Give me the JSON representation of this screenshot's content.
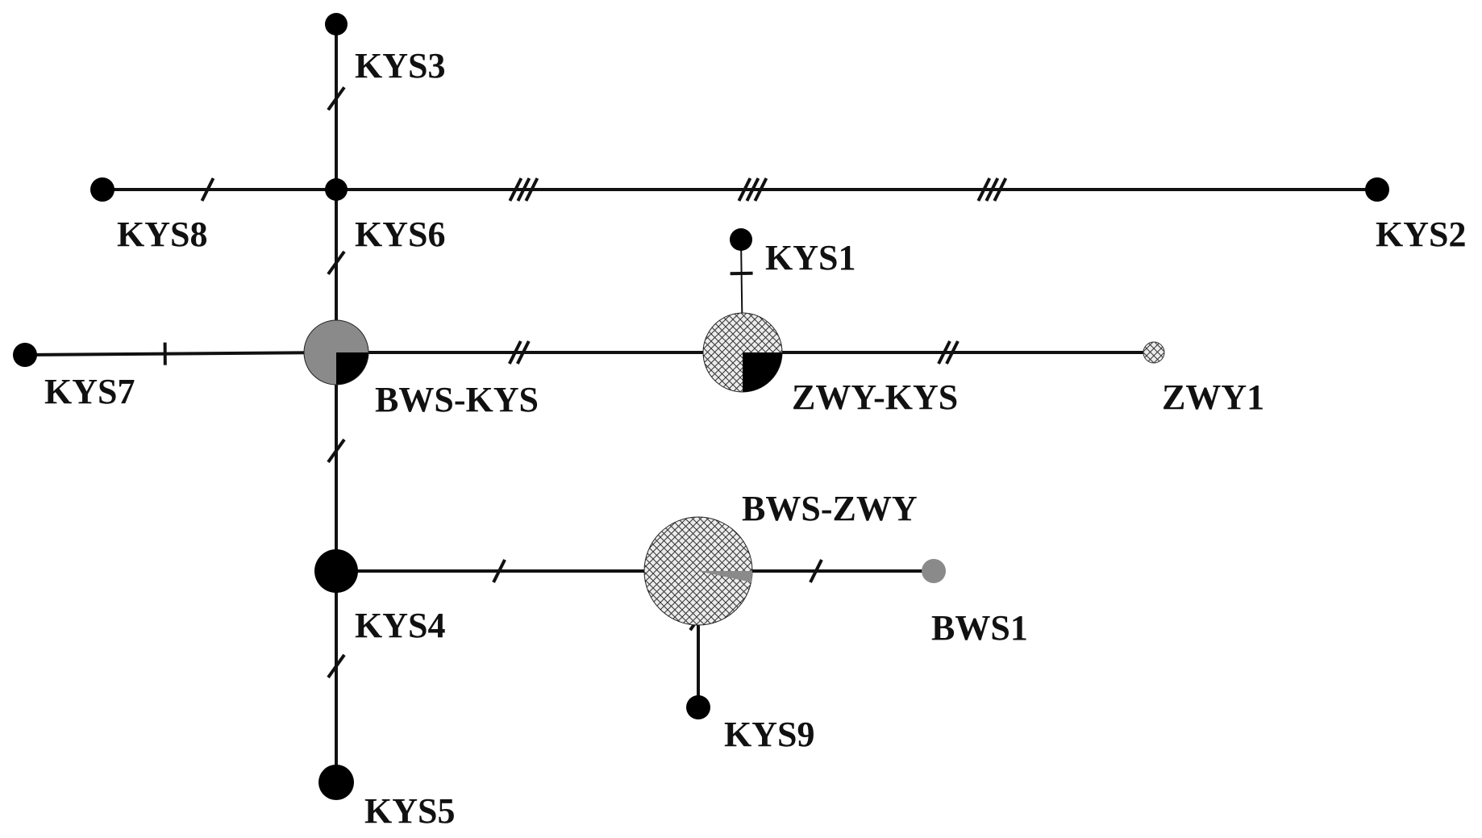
{
  "colors": {
    "edge": "#111111",
    "kys": "#000000",
    "bws": "#8a8a8a",
    "zwy_hatch": "#e8e8e8"
  },
  "nodes": {
    "kys3": {
      "label": "KYS3"
    },
    "kys8": {
      "label": "KYS8"
    },
    "kys6": {
      "label": "KYS6"
    },
    "kys2": {
      "label": "KYS2"
    },
    "kys1": {
      "label": "KYS1"
    },
    "kys7": {
      "label": "KYS7"
    },
    "bws_kys": {
      "label": "BWS-KYS"
    },
    "zwy_kys": {
      "label": "ZWY-KYS"
    },
    "zwy1": {
      "label": "ZWY1"
    },
    "bws_zwy": {
      "label": "BWS-ZWY"
    },
    "kys4": {
      "label": "KYS4"
    },
    "bws1": {
      "label": "BWS1"
    },
    "kys9": {
      "label": "KYS9"
    },
    "kys5": {
      "label": "KYS5"
    }
  },
  "edges": [
    {
      "from": "kys3",
      "to": "kys6",
      "mutations": 1
    },
    {
      "from": "kys8",
      "to": "kys6",
      "mutations": 1
    },
    {
      "from": "kys6",
      "to": "kys2",
      "mutations": 9
    },
    {
      "from": "kys6",
      "to": "bws_kys",
      "mutations": 1
    },
    {
      "from": "kys7",
      "to": "bws_kys",
      "mutations": 1
    },
    {
      "from": "bws_kys",
      "to": "zwy_kys",
      "mutations": 2
    },
    {
      "from": "kys1",
      "to": "zwy_kys",
      "mutations": 1
    },
    {
      "from": "zwy_kys",
      "to": "zwy1",
      "mutations": 2
    },
    {
      "from": "bws_kys",
      "to": "kys4",
      "mutations": 1
    },
    {
      "from": "kys4",
      "to": "bws_zwy",
      "mutations": 1
    },
    {
      "from": "bws_zwy",
      "to": "bws1",
      "mutations": 1
    },
    {
      "from": "bws_zwy",
      "to": "kys9",
      "mutations": 1
    },
    {
      "from": "kys4",
      "to": "kys5",
      "mutations": 1
    }
  ]
}
